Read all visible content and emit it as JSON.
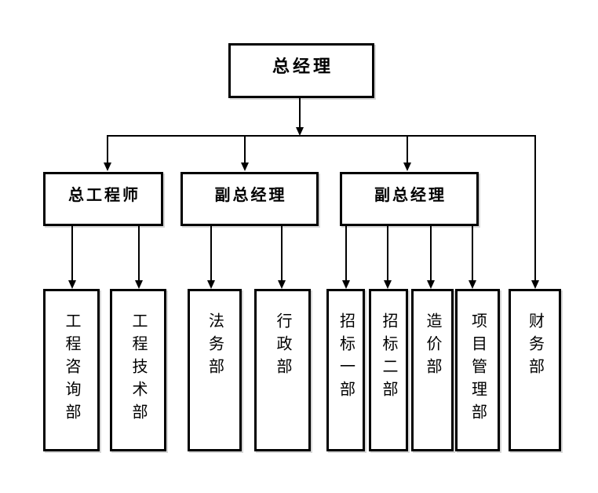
{
  "diagram": {
    "type": "organization-chart",
    "background_color": "#ffffff",
    "line_color": "#000000",
    "box_border_color": "#000000",
    "text_color": "#000000",
    "root": {
      "label": "总经理"
    },
    "middle": [
      {
        "label": "总工程师"
      },
      {
        "label": "副总经理"
      },
      {
        "label": "副总经理"
      }
    ],
    "departments": [
      {
        "label": "工程咨询部",
        "parent": "总工程师"
      },
      {
        "label": "工程技术部",
        "parent": "总工程师"
      },
      {
        "label": "法务部",
        "parent": "副总经理-1"
      },
      {
        "label": "行政部",
        "parent": "副总经理-1"
      },
      {
        "label": "招标一部",
        "parent": "副总经理-2"
      },
      {
        "label": "招标二部",
        "parent": "副总经理-2"
      },
      {
        "label": "造价部",
        "parent": "副总经理-2"
      },
      {
        "label": "项目管理部",
        "parent": "副总经理-2"
      },
      {
        "label": "财务部",
        "parent": "总经理"
      }
    ]
  }
}
